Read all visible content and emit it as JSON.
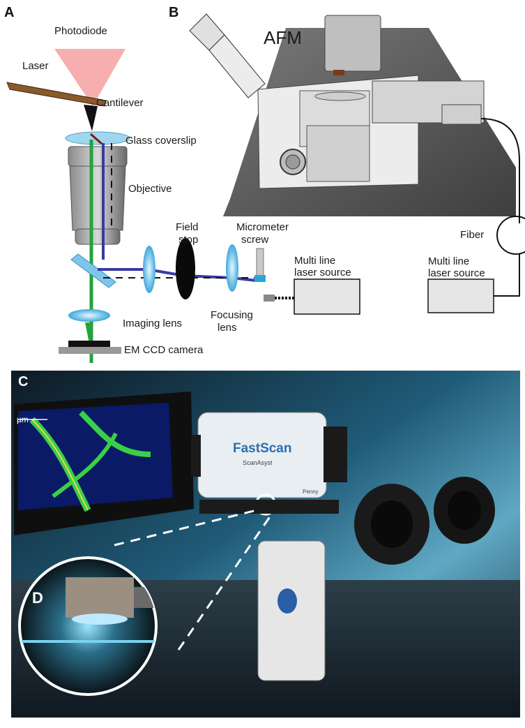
{
  "panels": {
    "a": "A",
    "b": "B",
    "c": "C",
    "d": "D"
  },
  "panel_a": {
    "photodiode": "Photodiode",
    "laser": "Laser",
    "cantilever": "Cantilever",
    "glass_coverslip": "Glass coverslip",
    "objective": "Objective",
    "field_stop": [
      "Field",
      "stop"
    ],
    "micrometer_screw": [
      "Micrometer",
      "screw"
    ],
    "multi_line_laser_source": [
      "Multi line",
      "laser source"
    ],
    "imaging_lens": "Imaging lens",
    "focusing_lens": [
      "Focusing",
      "lens"
    ],
    "em_ccd_camera": "EM CCD camera"
  },
  "panel_b": {
    "afm": "AFM",
    "fiber": "Fiber",
    "multi_line_laser_source": [
      "Multi line",
      "laser source"
    ]
  },
  "panel_c": {
    "monitor_scale": "µm",
    "device_brand": "FastScan",
    "device_sub": "ScanAsyst",
    "device_label": "Penny"
  },
  "colors": {
    "laser_beam": "#f08a8a",
    "cantilever": "#8b5a2b",
    "green_beam": "#22a33c",
    "blue_beam": "#3a3aa0",
    "lens": "#4fb6e6",
    "camera": "#111111",
    "laser_box": "#e6e6e6",
    "afm_body": "#5a5a5a"
  }
}
